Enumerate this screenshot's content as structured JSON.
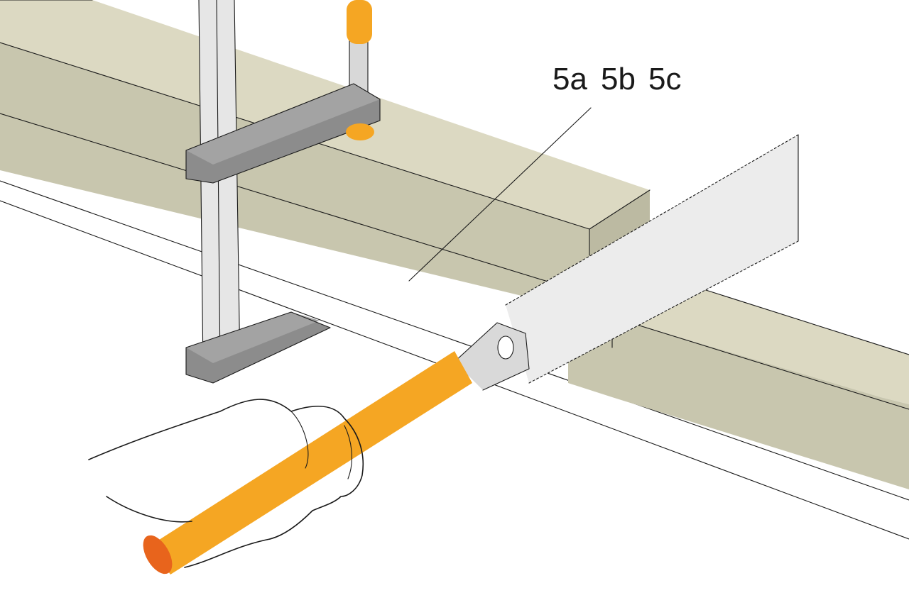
{
  "illustration": {
    "callout_labels": [
      "5a",
      "5b",
      "5c"
    ]
  },
  "colors": {
    "background": "#ffffff",
    "wood_top": "#dcd9c2",
    "wood_side": "#c8c6ae",
    "wood_end": "#b9b79f",
    "clamp_metal": "#8c8c8c",
    "clamp_rail": "#e6e6e6",
    "handle_orange": "#f5a623",
    "handle_end": "#e8641c",
    "saw_blade": "#ececec",
    "ink": "#1a1a1a"
  }
}
